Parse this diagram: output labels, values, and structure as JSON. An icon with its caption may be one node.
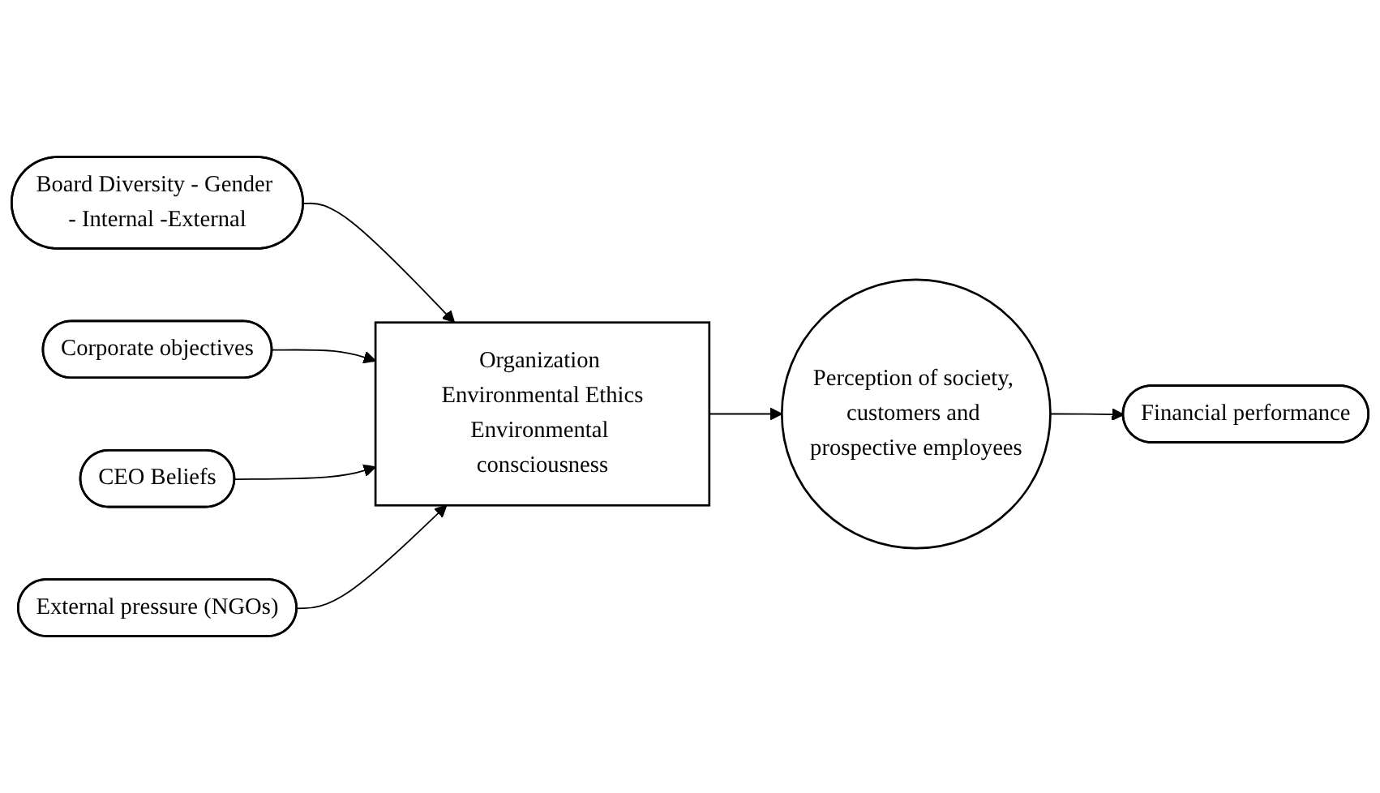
{
  "diagram": {
    "nodes": [
      {
        "text": [
          "Board Diversity - Gender - Internal -External"
        ]
      },
      {
        "text": [
          "Corporate objectives"
        ]
      },
      {
        "text": [
          "CEO Beliefs"
        ]
      },
      {
        "text": [
          "External pressure (NGOs)"
        ]
      },
      {
        "text": [
          "Organization Environmental Ethics",
          "Environmental consciousness"
        ]
      },
      {
        "text": [
          "Perception of society, customers and prospective employees"
        ]
      },
      {
        "text": [
          "Financial performance"
        ]
      }
    ],
    "edges": [
      {
        "from": 0,
        "to": 4,
        "arrow": "to"
      },
      {
        "from": 1,
        "to": 4,
        "arrow": "to"
      },
      {
        "from": 2,
        "to": 4,
        "arrow": "to"
      },
      {
        "from": 3,
        "to": 4,
        "arrow": "to"
      },
      {
        "from": 4,
        "to": 5,
        "arrow": "to"
      },
      {
        "from": 5,
        "to": 6,
        "arrow": "to"
      }
    ]
  }
}
